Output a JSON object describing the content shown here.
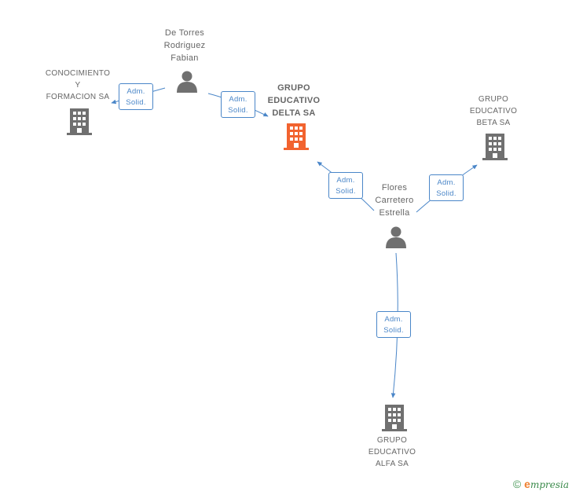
{
  "nodes": {
    "conocimiento": {
      "lines": [
        "CONOCIMIENTO",
        "Y",
        "FORMACION SA"
      ],
      "type": "company",
      "icon": "building-icon"
    },
    "delta": {
      "lines": [
        "GRUPO",
        "EDUCATIVO",
        "DELTA SA"
      ],
      "type": "company-main",
      "icon": "building-icon"
    },
    "beta": {
      "lines": [
        "GRUPO",
        "EDUCATIVO",
        "BETA SA"
      ],
      "type": "company",
      "icon": "building-icon"
    },
    "alfa": {
      "lines": [
        "GRUPO",
        "EDUCATIVO",
        "ALFA SA"
      ],
      "type": "company",
      "icon": "building-icon"
    },
    "detorres": {
      "lines": [
        "De Torres",
        "Rodriguez",
        "Fabian"
      ],
      "type": "person",
      "icon": "person-icon"
    },
    "flores": {
      "lines": [
        "Flores",
        "Carretero",
        "Estrella"
      ],
      "type": "person",
      "icon": "person-icon"
    }
  },
  "edges": [
    {
      "from": "detorres",
      "to": "conocimiento",
      "label": [
        "Adm.",
        "Solid."
      ]
    },
    {
      "from": "detorres",
      "to": "delta",
      "label": [
        "Adm.",
        "Solid."
      ]
    },
    {
      "from": "flores",
      "to": "delta",
      "label": [
        "Adm.",
        "Solid."
      ]
    },
    {
      "from": "flores",
      "to": "beta",
      "label": [
        "Adm.",
        "Solid."
      ]
    },
    {
      "from": "flores",
      "to": "alfa",
      "label": [
        "Adm.",
        "Solid."
      ]
    }
  ],
  "colors": {
    "edge": "#4a86c8",
    "icon_default": "#707070",
    "icon_main": "#f2632f",
    "text": "#666666"
  },
  "footer": {
    "copyright": "©",
    "brand_initial": "e",
    "brand_rest": "mpresia"
  }
}
